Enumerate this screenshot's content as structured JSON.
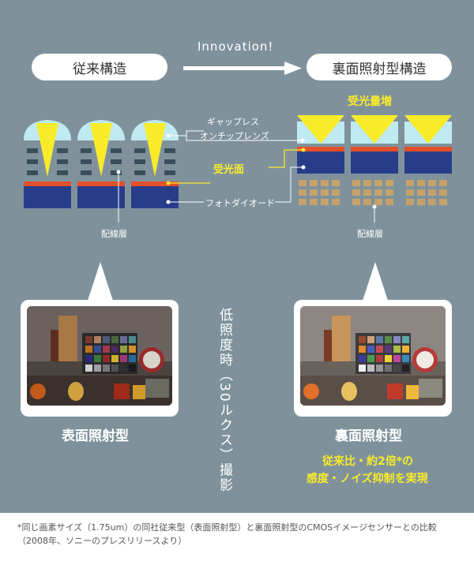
{
  "header": {
    "left_pill": "従来構造",
    "right_pill": "裏面照射型構造",
    "arrow_label": "Innovation!"
  },
  "diagram": {
    "increase_label": "受光量増",
    "gap_lens_label": "ギャップレス",
    "onchip_lens_label": "オンチップレンズ",
    "surface_label": "受光面",
    "photodiode_label": "フォトダイオード",
    "wiring_left": "配線層",
    "wiring_right": "配線層"
  },
  "photos": {
    "left_caption": "表面照射型",
    "right_caption": "裏面照射型",
    "condition_vertical": "低照度時（30ルクス）撮影",
    "result_line1": "従来比・約2倍*の",
    "result_line2": "感度・ノイズ抑制を実現"
  },
  "footnote": "*同じ画素サイズ（1.75um）の同社従来型（表面照射型）と裏面照射型のCMOSイメージセンサーとの比較（2008年、ソニーのプレスリリースより）",
  "colors": {
    "panel_bg": "#7f929c",
    "accent_yellow": "#f8ec2a",
    "lens_blue": "#bfeaf2",
    "sensor_navy": "#283d8a",
    "surface_red": "#e4502a",
    "wiring_slate": "#3a4d5c",
    "wiring_tan": "#c6a26a"
  }
}
